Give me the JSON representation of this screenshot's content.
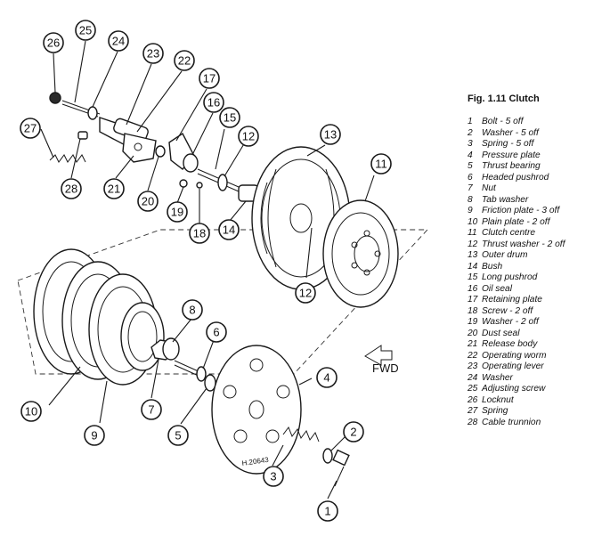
{
  "legend": {
    "title": "Fig. 1.11 Clutch",
    "items": [
      {
        "n": "1",
        "label": "Bolt - 5 off"
      },
      {
        "n": "2",
        "label": "Washer - 5 off"
      },
      {
        "n": "3",
        "label": "Spring - 5 off"
      },
      {
        "n": "4",
        "label": "Pressure plate"
      },
      {
        "n": "5",
        "label": "Thrust bearing"
      },
      {
        "n": "6",
        "label": "Headed pushrod"
      },
      {
        "n": "7",
        "label": "Nut"
      },
      {
        "n": "8",
        "label": "Tab washer"
      },
      {
        "n": "9",
        "label": "Friction plate - 3 off"
      },
      {
        "n": "10",
        "label": "Plain plate - 2 off"
      },
      {
        "n": "11",
        "label": "Clutch centre"
      },
      {
        "n": "12",
        "label": "Thrust washer - 2 off"
      },
      {
        "n": "13",
        "label": "Outer drum"
      },
      {
        "n": "14",
        "label": "Bush"
      },
      {
        "n": "15",
        "label": "Long pushrod"
      },
      {
        "n": "16",
        "label": "Oil seal"
      },
      {
        "n": "17",
        "label": "Retaining plate"
      },
      {
        "n": "18",
        "label": "Screw - 2 off"
      },
      {
        "n": "19",
        "label": "Washer - 2 off"
      },
      {
        "n": "20",
        "label": "Dust seal"
      },
      {
        "n": "21",
        "label": "Release body"
      },
      {
        "n": "22",
        "label": "Operating worm"
      },
      {
        "n": "23",
        "label": "Operating lever"
      },
      {
        "n": "24",
        "label": "Washer"
      },
      {
        "n": "25",
        "label": "Adjusting screw"
      },
      {
        "n": "26",
        "label": "Locknut"
      },
      {
        "n": "27",
        "label": "Spring"
      },
      {
        "n": "28",
        "label": "Cable trunnion"
      }
    ]
  },
  "callouts": [
    "1",
    "2",
    "3",
    "4",
    "5",
    "6",
    "7",
    "8",
    "9",
    "10",
    "11",
    "12",
    "12",
    "13",
    "14",
    "15",
    "16",
    "17",
    "18",
    "19",
    "20",
    "21",
    "22",
    "23",
    "24",
    "25",
    "26",
    "27",
    "28"
  ],
  "direction_label": "FWD",
  "drawing_ref": "H.20643"
}
